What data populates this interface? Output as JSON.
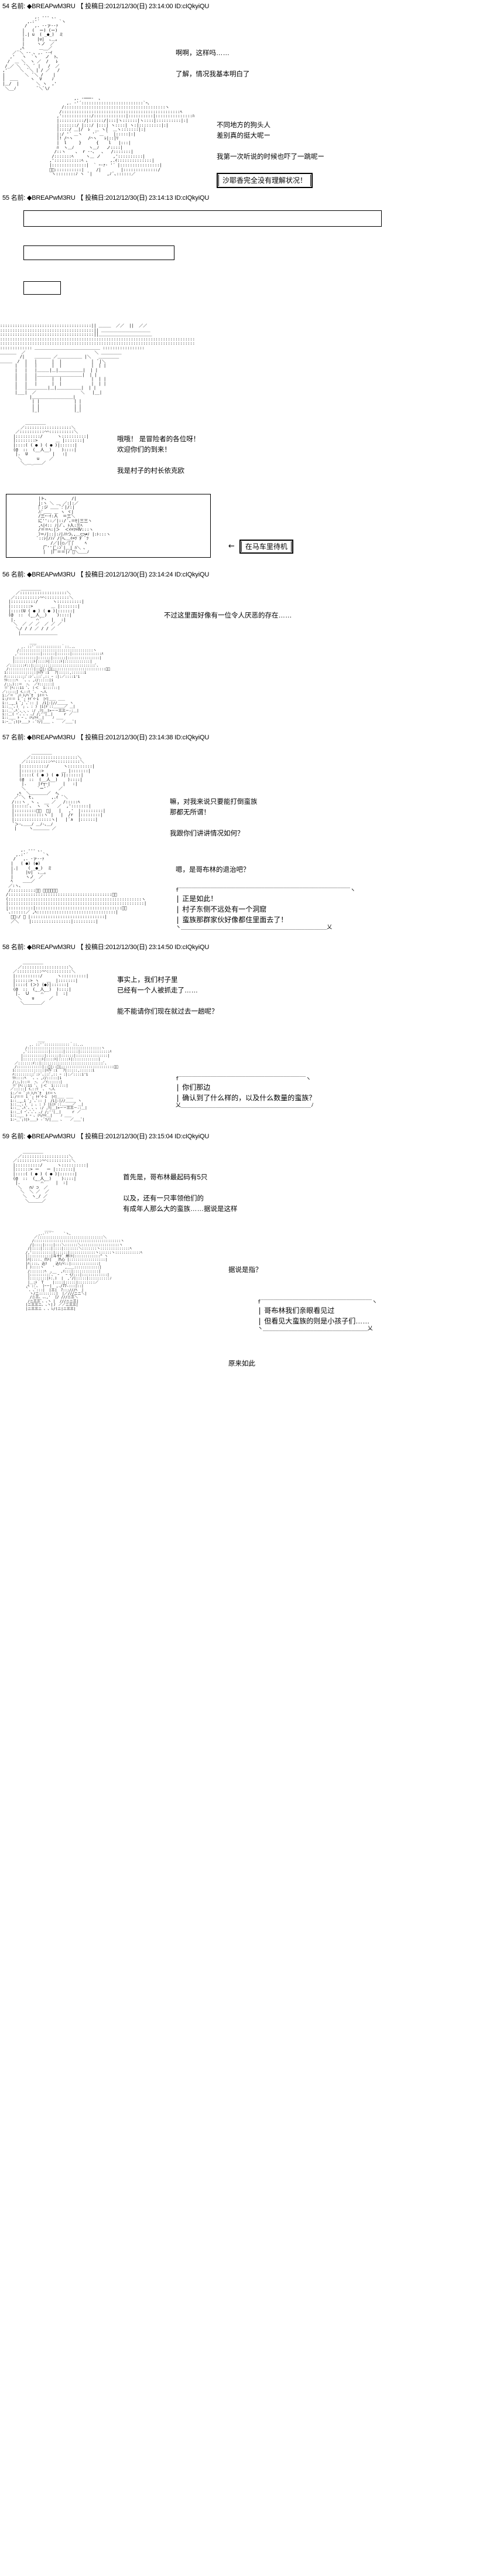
{
  "meta": {
    "board_style": "2ch-aa-thread",
    "text_color": "#000000",
    "background_color": "#ffffff"
  },
  "posts": [
    {
      "number": "54",
      "name_label": "名前:",
      "tripcode": "◆BREAPwM3RU",
      "mark": "【",
      "date_label": "投稿日:",
      "date": "2012/12/30(日) 23:14:00",
      "id": "ID:cIQkyiQU",
      "header_full": "54 名前: ◆BREAPwM3RU 【 投稿日:2012/12/30(日) 23:14:00 ID:cIQkyiQU",
      "speech_1": "啊啊，这样吗……\n\n 了解，情况我基本明白了",
      "speech_2": "不同地方的狗头人\n差别真的挺大呢ー\n\n我第一次听说的时候也吓了一跳呢ー",
      "caption_1": "沙耶香完全没有理解状况！"
    },
    {
      "number": "55",
      "name_label": "名前:",
      "tripcode": "◆BREAPwM3RU",
      "mark": "【",
      "date_label": "投稿日:",
      "date": "2012/12/30(日) 23:14:13",
      "id": "ID:cIQkyiQU",
      "header_full": "55 名前: ◆BREAPwM3RU 【 投稿日:2012/12/30(日) 23:14:13 ID:cIQkyiQU",
      "speech_1": "哦哦！ 是冒险者的各位呀！\n欢迎你们的到来！\n\n我是村子的村长依克欧",
      "caption_1": "在马车里待机",
      "arrow": "←"
    },
    {
      "number": "56",
      "name_label": "名前:",
      "tripcode": "◆BREAPwM3RU",
      "mark": "【",
      "date_label": "投稿日:",
      "date": "2012/12/30(日) 23:14:24",
      "id": "ID:cIQkyiQU",
      "header_full": "56 名前: ◆BREAPwM3RU 【 投稿日:2012/12/30(日) 23:14:24 ID:cIQkyiQU",
      "speech_1": "不过这里面好像有一位令人厌恶的存在……"
    },
    {
      "number": "57",
      "name_label": "名前:",
      "tripcode": "◆BREAPwM3RU",
      "mark": "【",
      "date_label": "投稿日:",
      "date": "2012/12/30(日) 23:14:38",
      "id": "ID:cIQkyiQU",
      "header_full": "57 名前: ◆BREAPwM3RU 【 投稿日:2012/12/30(日) 23:14:38 ID:cIQkyiQU",
      "speech_1": "嘛，对我来说只要能打倒蛮族\n那都无所谓！\n\n 我跟你们讲讲情况如何？",
      "speech_2": "嗯，是哥布林的退治吧？",
      "balloon_1": "正是如此！\n村子东侧不远处有一个洞窟\n蛮族那群家伙好像都住里面去了！"
    },
    {
      "number": "58",
      "name_label": "名前:",
      "tripcode": "◆BREAPwM3RU",
      "mark": "【",
      "date_label": "投稿日:",
      "date": "2012/12/30(日) 23:14:50",
      "id": "ID:cIQkyiQU",
      "header_full": "58 名前: ◆BREAPwM3RU 【 投稿日:2012/12/30(日) 23:14:50 ID:cIQkyiQU",
      "speech_1": "事实上，我们村子里\n已经有一个人被抓走了……\n\n能不能请你们现在就过去一趟呢？",
      "balloon_1": "你们那边\n确认到了什么样的，以及什么数量的蛮族？"
    },
    {
      "number": "59",
      "name_label": "名前:",
      "tripcode": "◆BREAPwM3RU",
      "mark": "【",
      "date_label": "投稿日:",
      "date": "2012/12/30(日) 23:15:04",
      "id": "ID:cIQkyiQU",
      "header_full": "59 名前: ◆BREAPwM3RU 【 投稿日:2012/12/30(日) 23:15:04 ID:cIQkyiQU",
      "speech_1": "首先是，哥布林最起码有5只\n\n以及，还有一只率领他们的\n 有成年人那么大的蛮族……据说是这样",
      "speech_2": "据说是指？",
      "balloon_1": "哥布林我们亲眼看见过\n但看见大蛮族的则是小孩子们……",
      "speech_3": "原来如此"
    }
  ],
  "art": {
    "p54_char": "              ,. -‐- ､.\n           ,.:'´        `ヽ\n          /   ,. -‐ァ-‐ｧ\n         |   (  ー) (ー)\n         |.| u  ( _●_)  ミ\n         |     |∪|  ､＿｡\n         |     ヽノ  ／\n        ,ﾍ      ＿__／\n     ／ ﾞ＼ ‐- ､ ,. --ｲ\n    ,'   ヽ  `ヽ   ノ  ﾄ､\n   /  ＿ ＼  ヽ ／  /   ﾚ\n  /_／ ＼  ﾞ＼  ﾞ |   /  ／\n ,'     ＼  ﾞ＼ | / ／   /\n |        ＼  ﾞ＼ /    |\n |  ＿＿     ヽ  V    ﾉ\n |＿/  |       ＼ ヽ  ,'\n  ＼__ﾉ         ﾞ＼ﾞ\\/\n",
    "p54_kobold": "           ,. -───-  ､\n        ,. ‐'´:::::::::::::::::::::::::`ｰ､\n      /:::::::::::::::::::::::::::::::::::::::::ヽ\n     /::::::::::::::::::::::::::::::::::::::::::::::::ﾍ\n    ,'::::::::::::/:::::::::::::|::::::::::|:::::::::::::::ﾊ\n    |::::::::::/|::::::/|:::|ヽ::::::|ヽ::::|::::::::::|:|\n    |:::::::/ |:::/ |:::| ヽ::::| ヽ:|:::::::::|:|\n    |::::/ ＿|/  ﾚ  ＿ ヽ|  ＿ヽ:::::::|:|\n    |:/ '´ ＿ヽ    '´ ＿ `  |:::::|:|\n    |! /⌒ヽ      /⌒ヽ   ﾚ|::|ﾘ\n    |  l     }      {    l   |:::|\n    ﾊ  ヽ＿ﾉ      ヽ＿ﾉ   ノ::::|\n   /::ヽ    ､  r -‐、  ､   /:::::::|\n  /:::::::ﾍ     ヽ＿ ノ     ,'::::::::::|\n ,':::::::::::ﾍ ､         ,.ｲ::::::::::::::|\n |::::::::::::::|  ` ｰ-ｧ‐ '´ |::::::::::::::::|\n ﾞ､:::::::::::|     /|        |::::::::::::::/\n  ヽ::::::::ﾉ ヽ  ﾞ|      ,ﾉ ﾞ､::::::／\n",
    "p55_sofa": ":::::::::::::::::::::::::::::::::::::|| ＿＿＿  ／／  ||  ／／\n::::::::::::::::::::::::::::::::::::::|| ＿＿＿＿＿＿＿＿＿＿＿＿\n::::::::::::::::::::::::::::::::::::::||＿＿＿＿＿＿＿＿＿＿＿＿＿\n:::::::::::::::::::::::::::::::::::::::::::::::::::::::::::::::::::::::::::::::\n:::::::::::::::::::::::::::::::::::::::::::::::::::::::::::::::::::::::::::::::\n::::::::::::: ＿＿＿＿＿＿＿＿＿＿＿＿＿＿＿＿ :::::::::::::::::\n＿＿＿＿  ／                            ＼ ＿＿＿＿＿\n        /|    ＿＿＿＿ ／＿＿＿＿＿＿ |＼   ＿＿＿＿＿\n＿＿＿  /  |   |      |  |            |  ﾞ|＼\n      |   |   |      |  |            |  | |\n      |   |   |＿＿＿|＿|＿＿＿＿＿＿|  | |\n      |   |   |＿＿＿＿＿＿＿＿＿＿＿|  | |\n      |   |   |      |  |            |  | |\n      |   |   |      |  |            |  | |\n      |   |＿＿＿＿＿|＿|＿＿＿＿＿＿|  | |\n      |___|  ／                  ＼   |__|\n            |＿＿＿＿＿＿＿＿＿＿|\n             | |              | |\n             | |              | |\n             |_|              |_|\n",
    "p55_elder": "      ＿＿＿＿＿\n    ／:::::::::::::::::::＼\n  ／::::::::::⌒⌒::::::::::＼\n |::::::::::/      ヽ::::::::::|\n |::::::::> 　  　 ＿ |:::::::|\n |::::( ( ● ) ( ● )|::::::|\n (@  ::  (__人__)    )::::|\n  |.  U          |   :|\n   ＼      u    ／\n    ＼_＿_＿＿／\n",
    "p55_wagon": " |ト､          /|\n |:ヽ ＼ ＿ ／:|:／\n |ﾞ:ジ ＿＿ ﾞ:ﾞ|/:|\n ﾉ:ﾞ＿＿ ＿ ヽ ヾ|\n /三ｰ-ｲ:人  ＝三＼\n に''::／|::/ ﾞ､＝ｾ|三三ヽ\n ,ﾍ|ｲ:: ﾉ|ﾉﾞ､ ﾄ人:三ﾍ\n /＝＝ﾍ:|＞  ＜ｲ=ﾂ=Ⅳ:::ヽ\n ﾌ＝ﾉ|::|:ﾉ|ﾉﾊつ､,＿⊂⊃≠ﾉ |:ﾄ:::ヽ\n ﾞ::ｼ|/ﾉﾉ /|ﾍ､＿ｲ=ﾂ ﾀﾞ ﾞﾂ\n      /／||○／|ﾞ|ﾞ    ﾍ\n   厂''|ﾟ:ﾝﾞ|＿| ﾊ＼ ､\n   |  |厂＝＝|ﾉ‾ﾞ＼＿＿ﾉ\n",
    "p56_shock": "      ＿＿＿＿＿\n    ／:::::::::::::::::::＼\n  ／::::::::::⌒⌒::::::::::＼\n |::::::::::/      ヽ::::::::::|\n |::::::::> 　  　 ＿ |:::::::|\n |::::(U ( ● ) ( ● )|::::::|\n (@  ::  (__人__)    )::::|\n  |.  　  ｀ ⌒´    |   :|\n   ＼  ／ ／ ／  ／ ／ ／\n    ＼/ / / ／ / / ／\n     |＿＿＿＿＿＿＿＿＿\n",
    "p57_elder": "        ＿＿＿＿＿\n      ／:::::::::::::::::::＼\n    ／::::::::::⌒⌒::::::::::＼\n   |::::::::::/      ヽ::::::::::|\n   |::::::::> 　  　 ＿ |:::::::|\n   |::::( ( ● ) ( ● )|::::::|\n   (@  ::  (__人__)    )::::|\n    |.  　 |r┬-|     |   :|\n    ＼  　 `ー'´    ／\n  ,ﾍ  ＼＿＿＿＿／  ﾍ､\n ／ ﾞ＼ ｔ､       ,.ｲ  ﾞ＼\n/:::ヽ  ヽ ､  __ ／   /:::::ﾍ\n|::::::ﾞ､  ヽ  ヽ   ／  ,':::::::|\n|:::::::::ﾞ､  ﾞ|   |   ,'  |:::::::::|\n|::::::::::::ヽ ﾞ|   |  /r  |::::::::|\n|:::::::::::::::ヽ|   | ﾞ∧  |::::::|\n ﾞ＞-､＿＿ﾉ ＿ﾉ-､＿ﾉ\n |     ヽ＿＿＿＿ ／\n",
    "p57_yaruo": "      ,. -‐- ､.\n    ,.:'´      `ヽ\n   /   ,. -ァ-‐ｧ\n  |   ( ●) (●)\n  |.|    ( _●_)  ミ\n  |     |∪|  ､＿｡\n  |     ヽノ  ／\n  ﾍ    ＿＿／\n ／:ヽ､\n /::::::::::ﾞ､ ＿＿＿＿＿＿\n/::::::::::::::::::::::::::::::::::::::::::ﾞ＜\n(::::::::::::::::::::::::::::::::::::::::::::::::::::::ヽ\n|:::::::::::::::::::::::::::::::::::::::::::::::::::::::|\n|::::::::::|:::::::::::::::::::::::::::::::::::ﾞ＞\n ﾞ､::::::／ ,ﾍ::::::::::::::::::::::::::::::::|\n  ﾞ､:/ ／ |::::::::::::::::::::::::::::::|\n  ／＼    |::::::::::::::::|:::::::::|\n",
    "p58_elder": "    ＿＿＿＿＿\n  ／:::::::::::::::::::＼\n／::::::::::⌒⌒::::::::::＼\n|::::::::::/      ヽ::::::::::|\n|::::::> ヽ   ＿  |:::::::|\n|::::( (＞) (●)|::::::|\n(@  ::  (__人__)  )::::|\n |.  Ｕ  ｀ ⌒´    |  :|\n  ＼    u      ／\n   ＼＿＿＿＿／\n",
    "p58_girl": "              ＿＿\n          ,. ::'´::::::::::::｀::..、\n        /:::::::::::::::::::::::::::::::::::ヽ\n       ,'::::::::::|::::::|::::::|::::::::::::::ﾊ\n      |::::::::::|::::::|::::::|:::::::::::::::|\n      |:::::::::ﾄ|::::ﾄ|:::::ﾄ|::::::::::::|\n   ／:::::::ｲ::|::::::::::::::::::::::::::::::ﾞ､\n   /::::::::::::|::ﾞ|::ﾞ|:::::::::::::::::::::::::ﾞ､\n  i::::::::::::::|ﾄｱﾄﾞ:i ￣ｱ|:::::,::::::i\n  ﾊ::::::::::ﾞ:ｼ ﾞ､:::ﾞ,:: ｰ :|:／::::i'i\n  ﾂﾄ::::ﾍ   ﾞ､ ､ ,ﾉ/:::::|i\n  /::､)::＝  ｰ､  ／ｲ::::::|\n  ＝ﾞ|ﾍ:::ii ﾞ､ ｉ＜  i::::::|\n ／:::::[ ｲ､::ﾘ  ﾞ､  ｰ､ﾊ､\n i:／＝ ﾞ;ﾊ ﾄ/ﾍ ﾞｾ  iｲ＝ヽ\n i:/＝＝ i ﾞ; ﾄﾄﾞｲ･i  |ｲ|＿＿ ＿＿\n i::＿＿i ﾞ; ﾞ､ﾞ:: |  /i|:|//＿＿＿ ヽ\n i::＿ﾞ､ｉ ﾞ; ､ : ) |i|ﾄﾞ::＿＿＿／ ＿|\n i::＿ﾞ､ﾊ ﾞ､ ､ ､ :/ ,ﾘ|＿)>－－三三－-:＿|\n i::＿( ｰﾞ､ﾞ､ﾞ､ ､/ /;''|＿|     ｒ ／\n i::＿＿ ﾄ ｰ ､ ﾐﾍ/ﾊｲ＿|    ﾉ ＿＿\n i:ｰ＿ﾞ;)|ﾄ＿＿ﾄ - ﾞﾂ/|＿＿ 、   ／＿＿ﾞ|\n",
    "p59_elder": "    ＿＿＿＿＿\n  ／:::::::::::::::::::＼\n／::::::::::⌒⌒::::::::::＼\n|::::::::::/      ヽ::::::::::|\n|::::::> ー   ー |:::::::|\n|::::( ( ● ) ( ● )|::::::|\n(@  ::  (__人__)    )::::|\n |.  　  ｀ ⌒´    |  :|\n  ＼   ∩ﾉ ⊃  ／\n   ＼  ＼ ／  ／\n    ＼  ヽ_/ ／\n     ＼＿＿＿／\n",
    "p59_big": "          ＿＿_\n       ,.-''´      `ヽ､\n     ／:::::::::::::::::::::::::::::::＼\n    /:::::::::::::::::::::::::::::::::::::::::ヽ\n   /|::::|::::|:::＼::::::＼::::::::::::::::::ヽ\n  /|::::|::::|::::|:::::::＼:::::::ヽ::::::::::::::ﾍ\n /,'::::::::::|::::::|::::::::::::ヽ::::::ヽ::::::::::::ﾍ\n |:::::::::::|斗十ﾄﾞ 卅ﾐﾄ|::::::::::::^ ヽ\n |ﾊ|::::. 爪ﾊ|   爪心 |:::::::::::::::::|\n |ﾊ::::､ 込ﾘ    込ﾘ/ｲ::|:::::::::::::|\n | )::::ヽ    '     ,＿＿::::::::::::|\n  /:::::::ﾍ  ､__  ,ｲ:::|::::::::::::|\n  |::::::::::ﾞ､  ｰ   ｰ ｲ/:::|::::::::::::|\n  |::::::::|ﾄ:.)  |  ,'/|:::::|::::::::::ﾉ\n  |＿:ﾄ｀Ｔ    |::::|:::::|::::::::／\n ,ﾍ ::ﾞ､  |ｰ－|  ,./77-:::|::|\n ｀､ ､ﾞ:::|  |三|  ｱ:::///ﾍ  |\n   ヽ/ニ::::::::|  |／///ニニ＼|\n   /ニ三､ ､､,'  |/ ///ニ三＼\n  /ニ三三ﾞ､ ､ヽ |  ///ニニ三|\n |ニ三三ニ､ ､ヽ|丿 ／／ニ三三|\n |ニ三三ニ ､ ､ ﾚ/(ニ|ニ三三|\n"
  }
}
